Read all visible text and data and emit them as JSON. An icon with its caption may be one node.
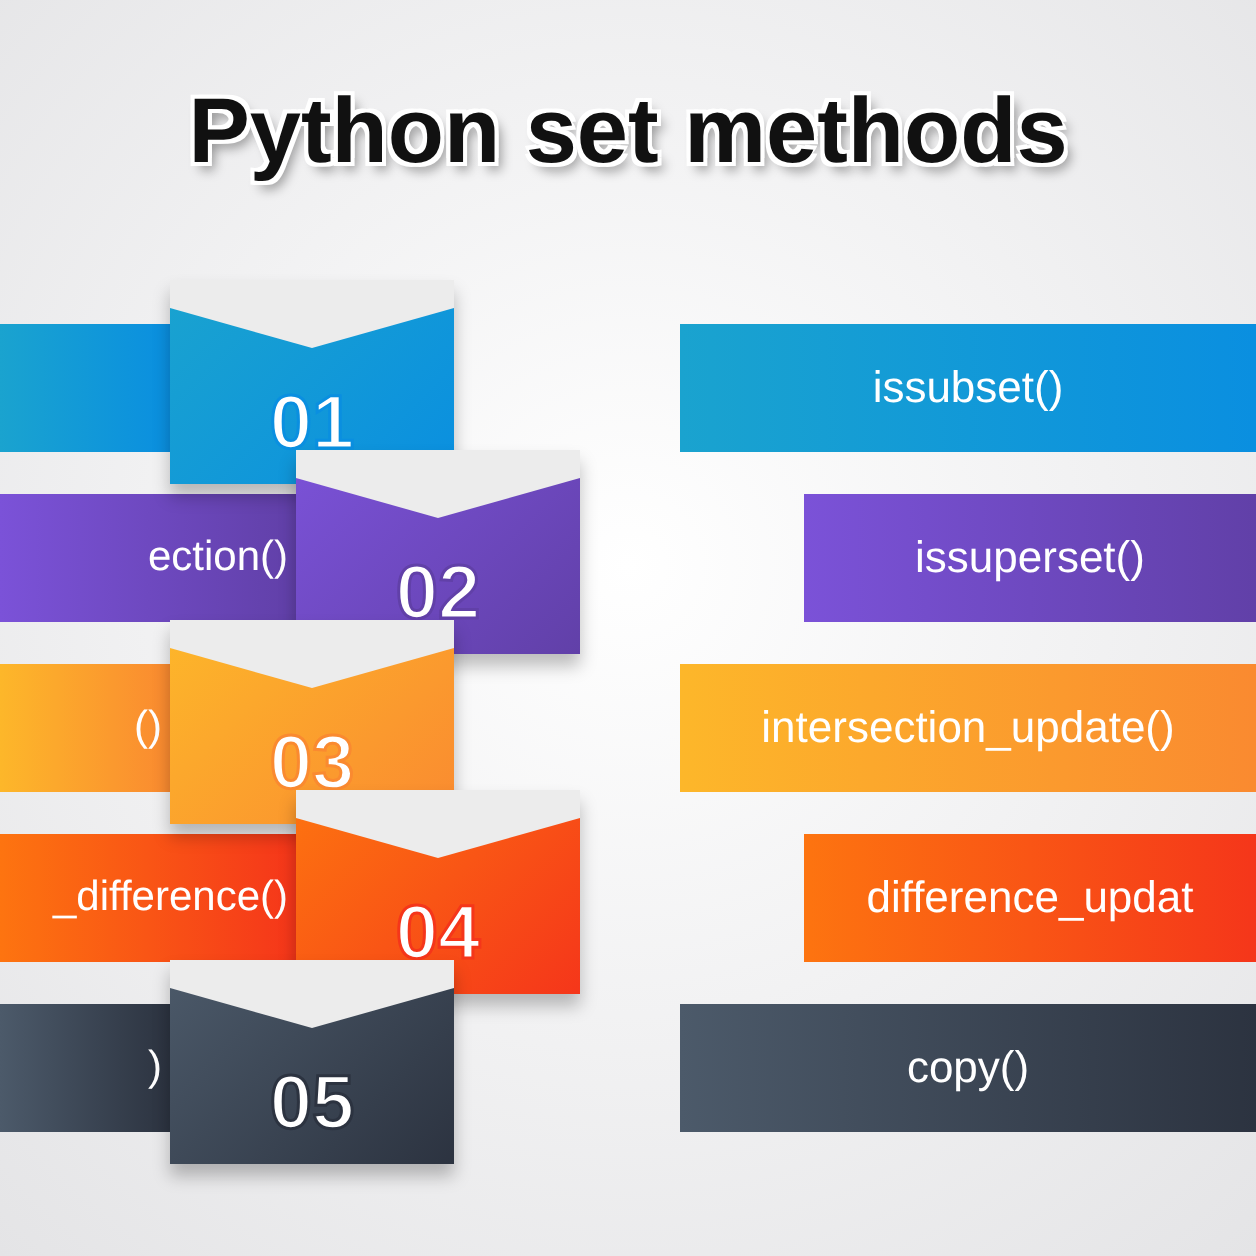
{
  "diagram": {
    "title": "Python set methods",
    "nodes": [
      {
        "text": [],
        "shape": "bar"
      },
      {
        "text": [
          "01"
        ]
      },
      {
        "text": [
          "issubset()"
        ]
      },
      {
        "text": [
          "ection()"
        ]
      },
      {
        "text": [
          "02"
        ]
      },
      {
        "text": [
          "issuperset()"
        ]
      },
      {
        "text": [
          "()"
        ]
      },
      {
        "text": [
          "03"
        ]
      },
      {
        "text": [
          "intersection_update()"
        ]
      },
      {
        "text": [
          "_difference()"
        ]
      },
      {
        "text": [
          "04"
        ]
      },
      {
        "text": [
          "difference_updat"
        ]
      },
      {
        "text": [
          ")"
        ]
      },
      {
        "text": [
          "05"
        ]
      },
      {
        "text": [
          "copy()"
        ]
      }
    ]
  }
}
